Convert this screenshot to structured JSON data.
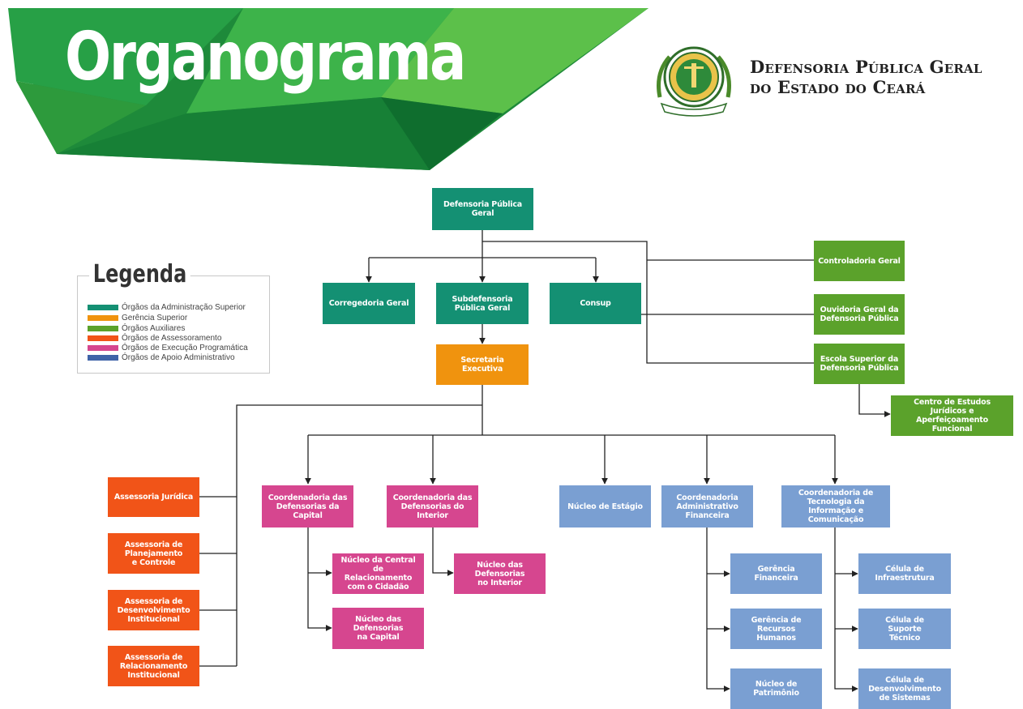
{
  "header": {
    "title": "Organograma",
    "org_line1": "Defensoria Pública Geral",
    "org_line2": "do Estado do Ceará"
  },
  "legend": {
    "title": "Legenda",
    "items": [
      {
        "label": "Órgãos da Administração Superior",
        "color": "#149073"
      },
      {
        "label": "Gerência Superior",
        "color": "#f0930e"
      },
      {
        "label": "Órgãos Auxiliares",
        "color": "#5ba22b"
      },
      {
        "label": "Órgãos de Assessoramento",
        "color": "#f15418"
      },
      {
        "label": "Órgãos de Execução Programática",
        "color": "#d6468f"
      },
      {
        "label": "Órgãos de Apoio Administrativo",
        "color": "#3f63a8"
      }
    ]
  },
  "nodes": {
    "dpg": "Defensoria Pública Geral",
    "corregedoria": "Corregedoria Geral",
    "subdefensoria": "Subdefensoria Pública Geral",
    "consup": "Consup",
    "secretaria": "Secretaria Executiva",
    "controladoria": "Controladoria Geral",
    "ouvidoria": "Ouvidoria Geral da Defensoria Pública",
    "escola": "Escola Superior da Defensoria Pública",
    "centro_estudos": "Centro de Estudos Jurídicos e Aperfeiçoamento Funcional",
    "assessoria_juridica": "Assessoria Jurídica",
    "assessoria_planejamento": "Assessoria de Planejamento e Controle",
    "assessoria_desenvolvimento": "Assessoria de Desenvolvimento Institucional",
    "assessoria_relacionamento": "Assessoria de Relacionamento Institucional",
    "coord_capital": "Coordenadoria das Defensorias da Capital",
    "coord_interior": "Coordenadoria das Defensorias do Interior",
    "nucleo_central": "Núcleo da Central de Relacionamento com o Cidadão",
    "nucleo_capital": "Núcleo das Defensorias na Capital",
    "nucleo_interior": "Núcleo das Defensorias no Interior",
    "nucleo_estagio": "Núcleo de Estágio",
    "coord_adm_fin": "Coordenadoria Administrativo Financeira",
    "gerencia_fin": "Gerência Financeira",
    "gerencia_rh": "Gerência de Recursos Humanos",
    "nucleo_patrimonio": "Núcleo de Patrimônio",
    "coord_ti": "Coordenadoria de Tecnologia da Informação e Comunicação",
    "celula_infra": "Célula de Infraestrutura",
    "celula_suporte": "Célula de Suporte Técnico",
    "celula_dev": "Célula de Desenvolvimento de Sistemas"
  }
}
